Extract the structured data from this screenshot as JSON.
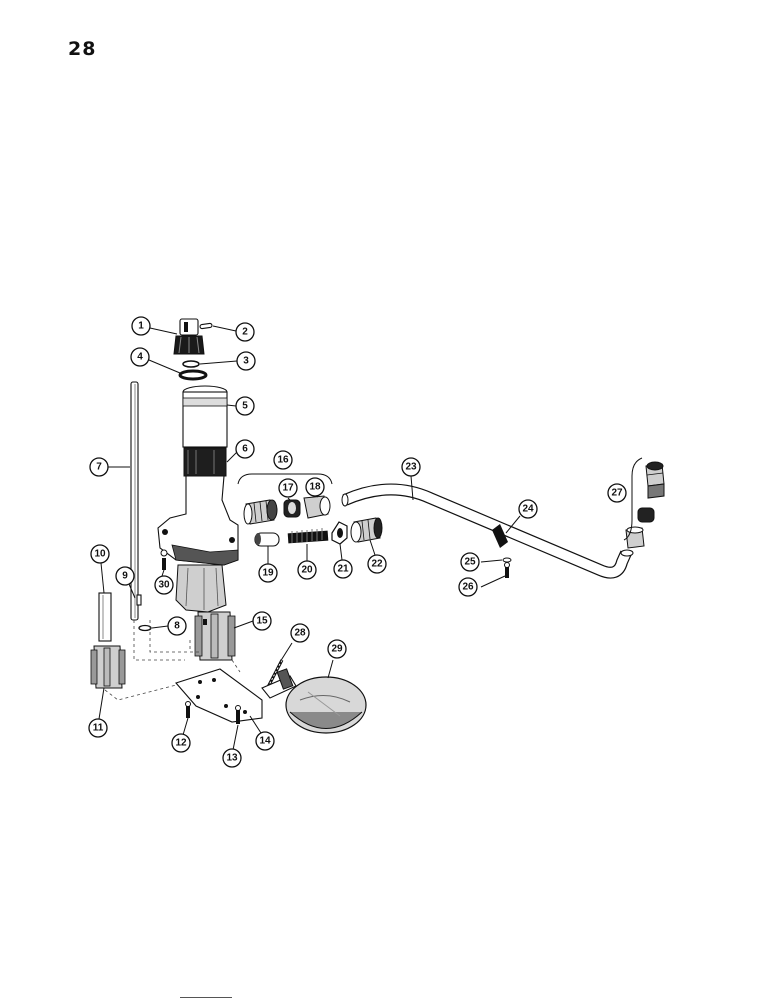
{
  "page": {
    "number": "28"
  },
  "callouts": [
    {
      "id": "1",
      "label": "1"
    },
    {
      "id": "2",
      "label": "2"
    },
    {
      "id": "3",
      "label": "3"
    },
    {
      "id": "4",
      "label": "4"
    },
    {
      "id": "5",
      "label": "5"
    },
    {
      "id": "6",
      "label": "6"
    },
    {
      "id": "7",
      "label": "7"
    },
    {
      "id": "8",
      "label": "8"
    },
    {
      "id": "9",
      "label": "9"
    },
    {
      "id": "10",
      "label": "10"
    },
    {
      "id": "11",
      "label": "11"
    },
    {
      "id": "12",
      "label": "12"
    },
    {
      "id": "13",
      "label": "13"
    },
    {
      "id": "14",
      "label": "14"
    },
    {
      "id": "15",
      "label": "15"
    },
    {
      "id": "16",
      "label": "16"
    },
    {
      "id": "17",
      "label": "17"
    },
    {
      "id": "18",
      "label": "18"
    },
    {
      "id": "19",
      "label": "19"
    },
    {
      "id": "20",
      "label": "20"
    },
    {
      "id": "21",
      "label": "21"
    },
    {
      "id": "22",
      "label": "22"
    },
    {
      "id": "23",
      "label": "23"
    },
    {
      "id": "24",
      "label": "24"
    },
    {
      "id": "25",
      "label": "25"
    },
    {
      "id": "26",
      "label": "26"
    },
    {
      "id": "27",
      "label": "27"
    },
    {
      "id": "28",
      "label": "28"
    },
    {
      "id": "29",
      "label": "29"
    },
    {
      "id": "30",
      "label": "30"
    }
  ]
}
